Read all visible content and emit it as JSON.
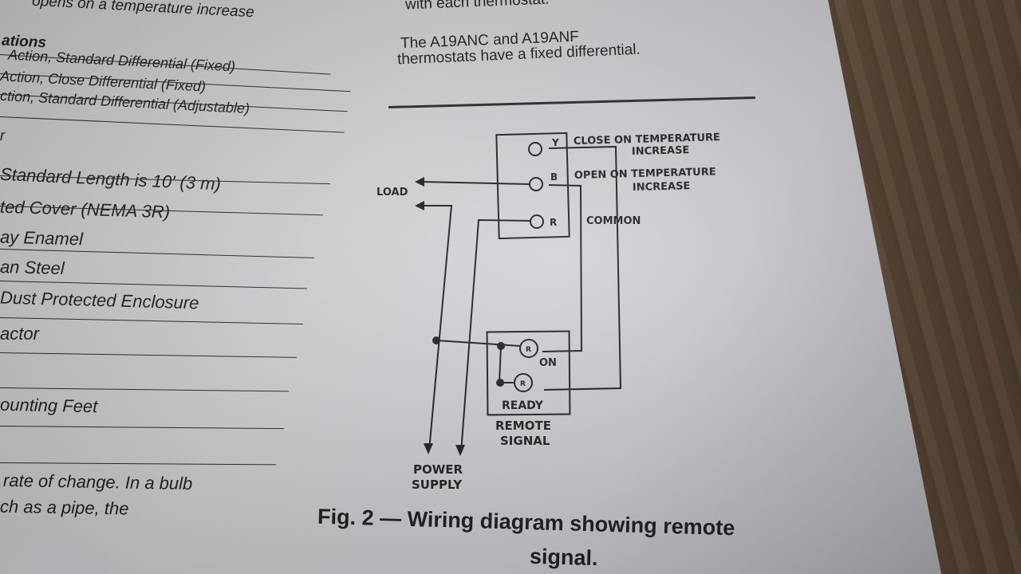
{
  "left_column": {
    "top_text": "opens on a temperature increase",
    "section_heading": "ations",
    "action_lines": [
      "Action, Standard Differential (Fixed)",
      "Action, Close Differential (Fixed)",
      "ction, Standard Differential (Adjustable)"
    ],
    "section_marker": "r",
    "spec_lines": [
      "Standard Length is 10' (3 m)",
      "ted Cover (NEMA 3R)",
      "ay Enamel",
      "an Steel",
      "Dust Protected Enclosure",
      "actor",
      "ounting Feet"
    ],
    "bottom_lines": [
      "rate of change.  In a bulb",
      "ch as a pipe, the"
    ]
  },
  "right_column": {
    "top_text": "with each thermostat.",
    "paragraph_line1": "The A19ANC and A19ANF",
    "paragraph_line2": "thermostats have a fixed differential."
  },
  "diagram": {
    "terminals": {
      "y": "Y",
      "b": "B",
      "r": "R"
    },
    "labels": {
      "close_line1": "CLOSE ON TEMPERATURE",
      "close_line2": "INCREASE",
      "open_line1": "OPEN ON TEMPERATURE",
      "open_line2": "INCREASE",
      "common": "COMMON",
      "load": "LOAD",
      "on": "ON",
      "ready": "READY",
      "remote_line1": "REMOTE",
      "remote_line2": "SIGNAL",
      "power_line1": "POWER",
      "power_line2": "SUPPLY",
      "lamp": "R"
    }
  },
  "caption": {
    "line1": "Fig. 2 — Wiring diagram showing remote",
    "line2": "signal."
  }
}
